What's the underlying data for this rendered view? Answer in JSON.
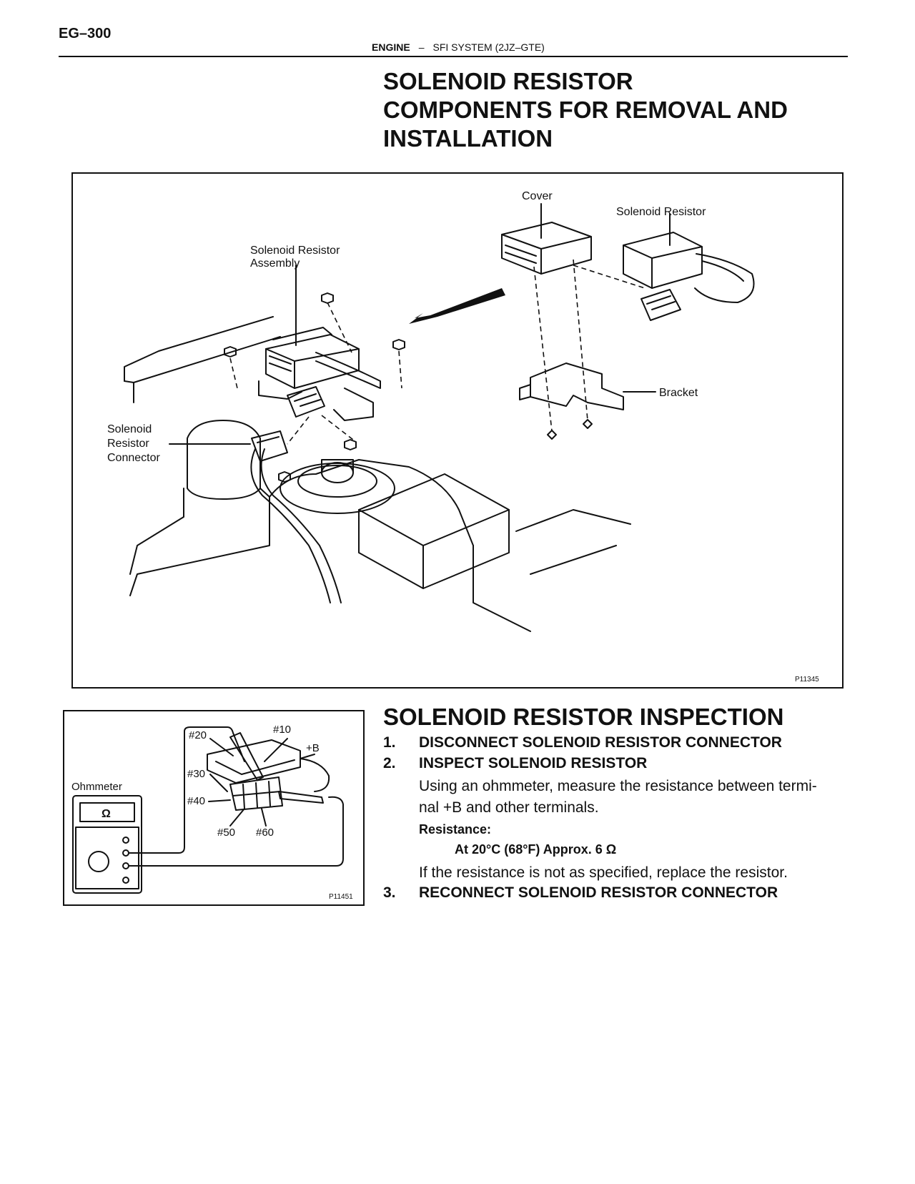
{
  "header": {
    "page_number": "EG–300",
    "section": "ENGINE",
    "separator": "–",
    "subsection": "SFI SYSTEM (2JZ–GTE)"
  },
  "components": {
    "title_lines": [
      "SOLENOID RESISTOR",
      "COMPONENTS FOR REMOVAL AND",
      "INSTALLATION"
    ],
    "figure": {
      "labels": {
        "cover": "Cover",
        "solenoid_resistor": "Solenoid Resistor",
        "assembly_line1": "Solenoid Resistor",
        "assembly_line2": "Assembly",
        "connector_line1": "Solenoid",
        "connector_line2": "Resistor",
        "connector_line3": "Connector",
        "bracket": "Bracket"
      },
      "figure_id": "P11345"
    }
  },
  "inspection": {
    "title": "SOLENOID RESISTOR INSPECTION",
    "figure": {
      "ohmmeter_label": "Ohmmeter",
      "display_symbol": "Ω",
      "terminals": [
        "#10",
        "#20",
        "#30",
        "#40",
        "#50",
        "#60",
        "+B"
      ],
      "figure_id": "P11451"
    },
    "steps": [
      {
        "num": "1.",
        "text": "DISCONNECT SOLENOID RESISTOR CONNECTOR"
      },
      {
        "num": "2.",
        "text": "INSPECT SOLENOID RESISTOR"
      },
      {
        "num": "3.",
        "text": "RECONNECT SOLENOID RESISTOR CONNECTOR"
      }
    ],
    "instruction_line1": "Using an ohmmeter, measure the resistance between termi-",
    "instruction_line2": "nal +B and other terminals.",
    "resistance_label": "Resistance:",
    "resistance_value": "At 20°C (68°F) Approx. 6 Ω",
    "replace_note": "If the resistance is not as specified, replace the resistor."
  }
}
